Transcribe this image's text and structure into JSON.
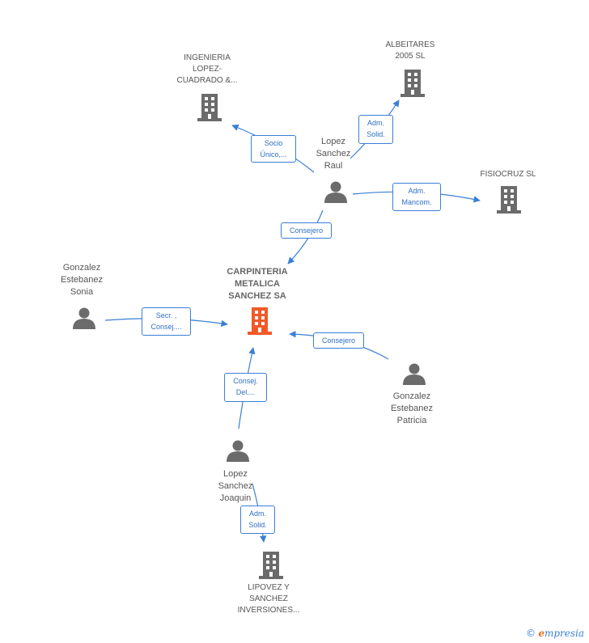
{
  "nodes": {
    "carpinteria": {
      "label": "CARPINTERIA\nMETALICA\nSANCHEZ SA",
      "kind": "company-main"
    },
    "ingenieria": {
      "label": "INGENIERIA\nLOPEZ-\nCUADRADO &...",
      "kind": "company"
    },
    "albeitares": {
      "label": "ALBEITARES\n2005 SL",
      "kind": "company"
    },
    "fisiocruz": {
      "label": "FISIOCRUZ SL",
      "kind": "company"
    },
    "lipovez": {
      "label": "LIPOVEZ Y\nSANCHEZ\nINVERSIONES...",
      "kind": "company"
    },
    "raul": {
      "label": "Lopez\nSanchez\nRaul",
      "kind": "person"
    },
    "sonia": {
      "label": "Gonzalez\nEstebanez\nSonia",
      "kind": "person"
    },
    "patricia": {
      "label": "Gonzalez\nEstebanez\nPatricia",
      "kind": "person"
    },
    "joaquin": {
      "label": "Lopez\nSanchez\nJoaquin",
      "kind": "person"
    }
  },
  "edges": {
    "raul_ingenieria": "Socio\nÚnico,...",
    "raul_albeitares": "Adm.\nSolid.",
    "raul_fisiocruz": "Adm.\nMancom.",
    "raul_carpinteria": "Consejero",
    "sonia_carpinteria": "Secr. ,\nConsej....",
    "patricia_carpinteria": "Consejero",
    "joaquin_carpinteria": "Consej.\nDel....",
    "joaquin_lipovez": "Adm.\nSolid."
  },
  "colors": {
    "main_company": "#f05a28",
    "company": "#6b6b6b",
    "person": "#6b6b6b",
    "edge": "#3a7fd5"
  },
  "icons": {
    "company": "building-icon",
    "person": "person-icon"
  },
  "footer": {
    "copyright": "©",
    "brand_initial": "e",
    "brand_rest": "mpresia"
  }
}
